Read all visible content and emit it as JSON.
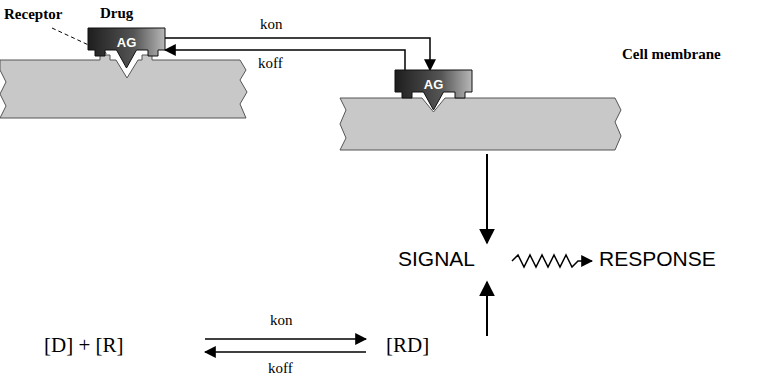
{
  "diagram": {
    "nodes": [
      {
        "text": [
          "Drug",
          "AG"
        ]
      },
      {
        "text": [
          "AG"
        ]
      }
    ],
    "edges": [
      {
        "from": 0,
        "to": 1,
        "label": "kon",
        "arrow": "to"
      },
      {
        "from": 1,
        "to": 0,
        "label": "koff",
        "arrow": "to"
      }
    ],
    "labels": [
      "Receptor",
      "Cell membrane",
      "SIGNAL",
      "RESPONSE",
      "[D] + [R]",
      "kon",
      "koff",
      "[RD]"
    ]
  }
}
